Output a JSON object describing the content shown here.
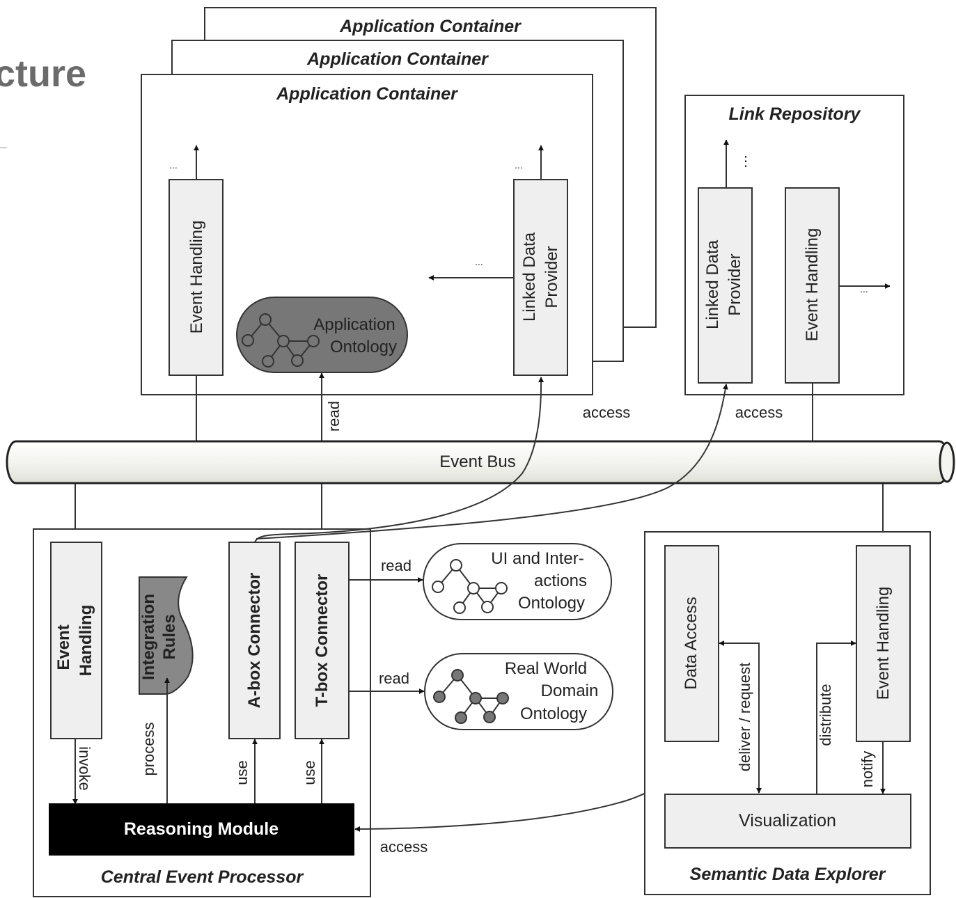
{
  "slide_title_fragment": "cture",
  "containers": {
    "app_container_title": "Application Container",
    "link_repository_title": "Link Repository",
    "central_event_processor_title": "Central Event Processor",
    "semantic_data_explorer_title": "Semantic Data Explorer"
  },
  "components": {
    "event_handling": "Event Handling",
    "linked_data_provider_line1": "Linked Data",
    "linked_data_provider_line2": "Provider",
    "application_ontology_line1": "Application",
    "application_ontology_line2": "Ontology",
    "event_bus": "Event Bus",
    "cep_event_handling_line1": "Event",
    "cep_event_handling_line2": "Handling",
    "integration_rules_line1": "Integration",
    "integration_rules_line2": "Rules",
    "abox_connector": "A-box Connector",
    "tbox_connector": "T-box Connector",
    "reasoning_module": "Reasoning Module",
    "ui_ontology_line1": "UI and Inter-",
    "ui_ontology_line2": "actions",
    "ui_ontology_line3": "Ontology",
    "real_world_ontology_line1": "Real World",
    "real_world_ontology_line2": "Domain",
    "real_world_ontology_line3": "Ontology",
    "data_access": "Data Access",
    "visualization": "Visualization"
  },
  "edge_labels": {
    "ellipsis": "...",
    "ellipsis_vertical": "⋮",
    "read": "read",
    "access": "access",
    "invoke": "invoke",
    "process": "process",
    "use": "use",
    "deliver_request": "deliver / request",
    "distribute": "distribute",
    "notify": "notify"
  },
  "colors": {
    "line": "#333333",
    "component_fill": "#efefef",
    "ontology_dark": "#777777",
    "reasoning_fill": "#000000",
    "title_gray": "#6b6b6b"
  }
}
